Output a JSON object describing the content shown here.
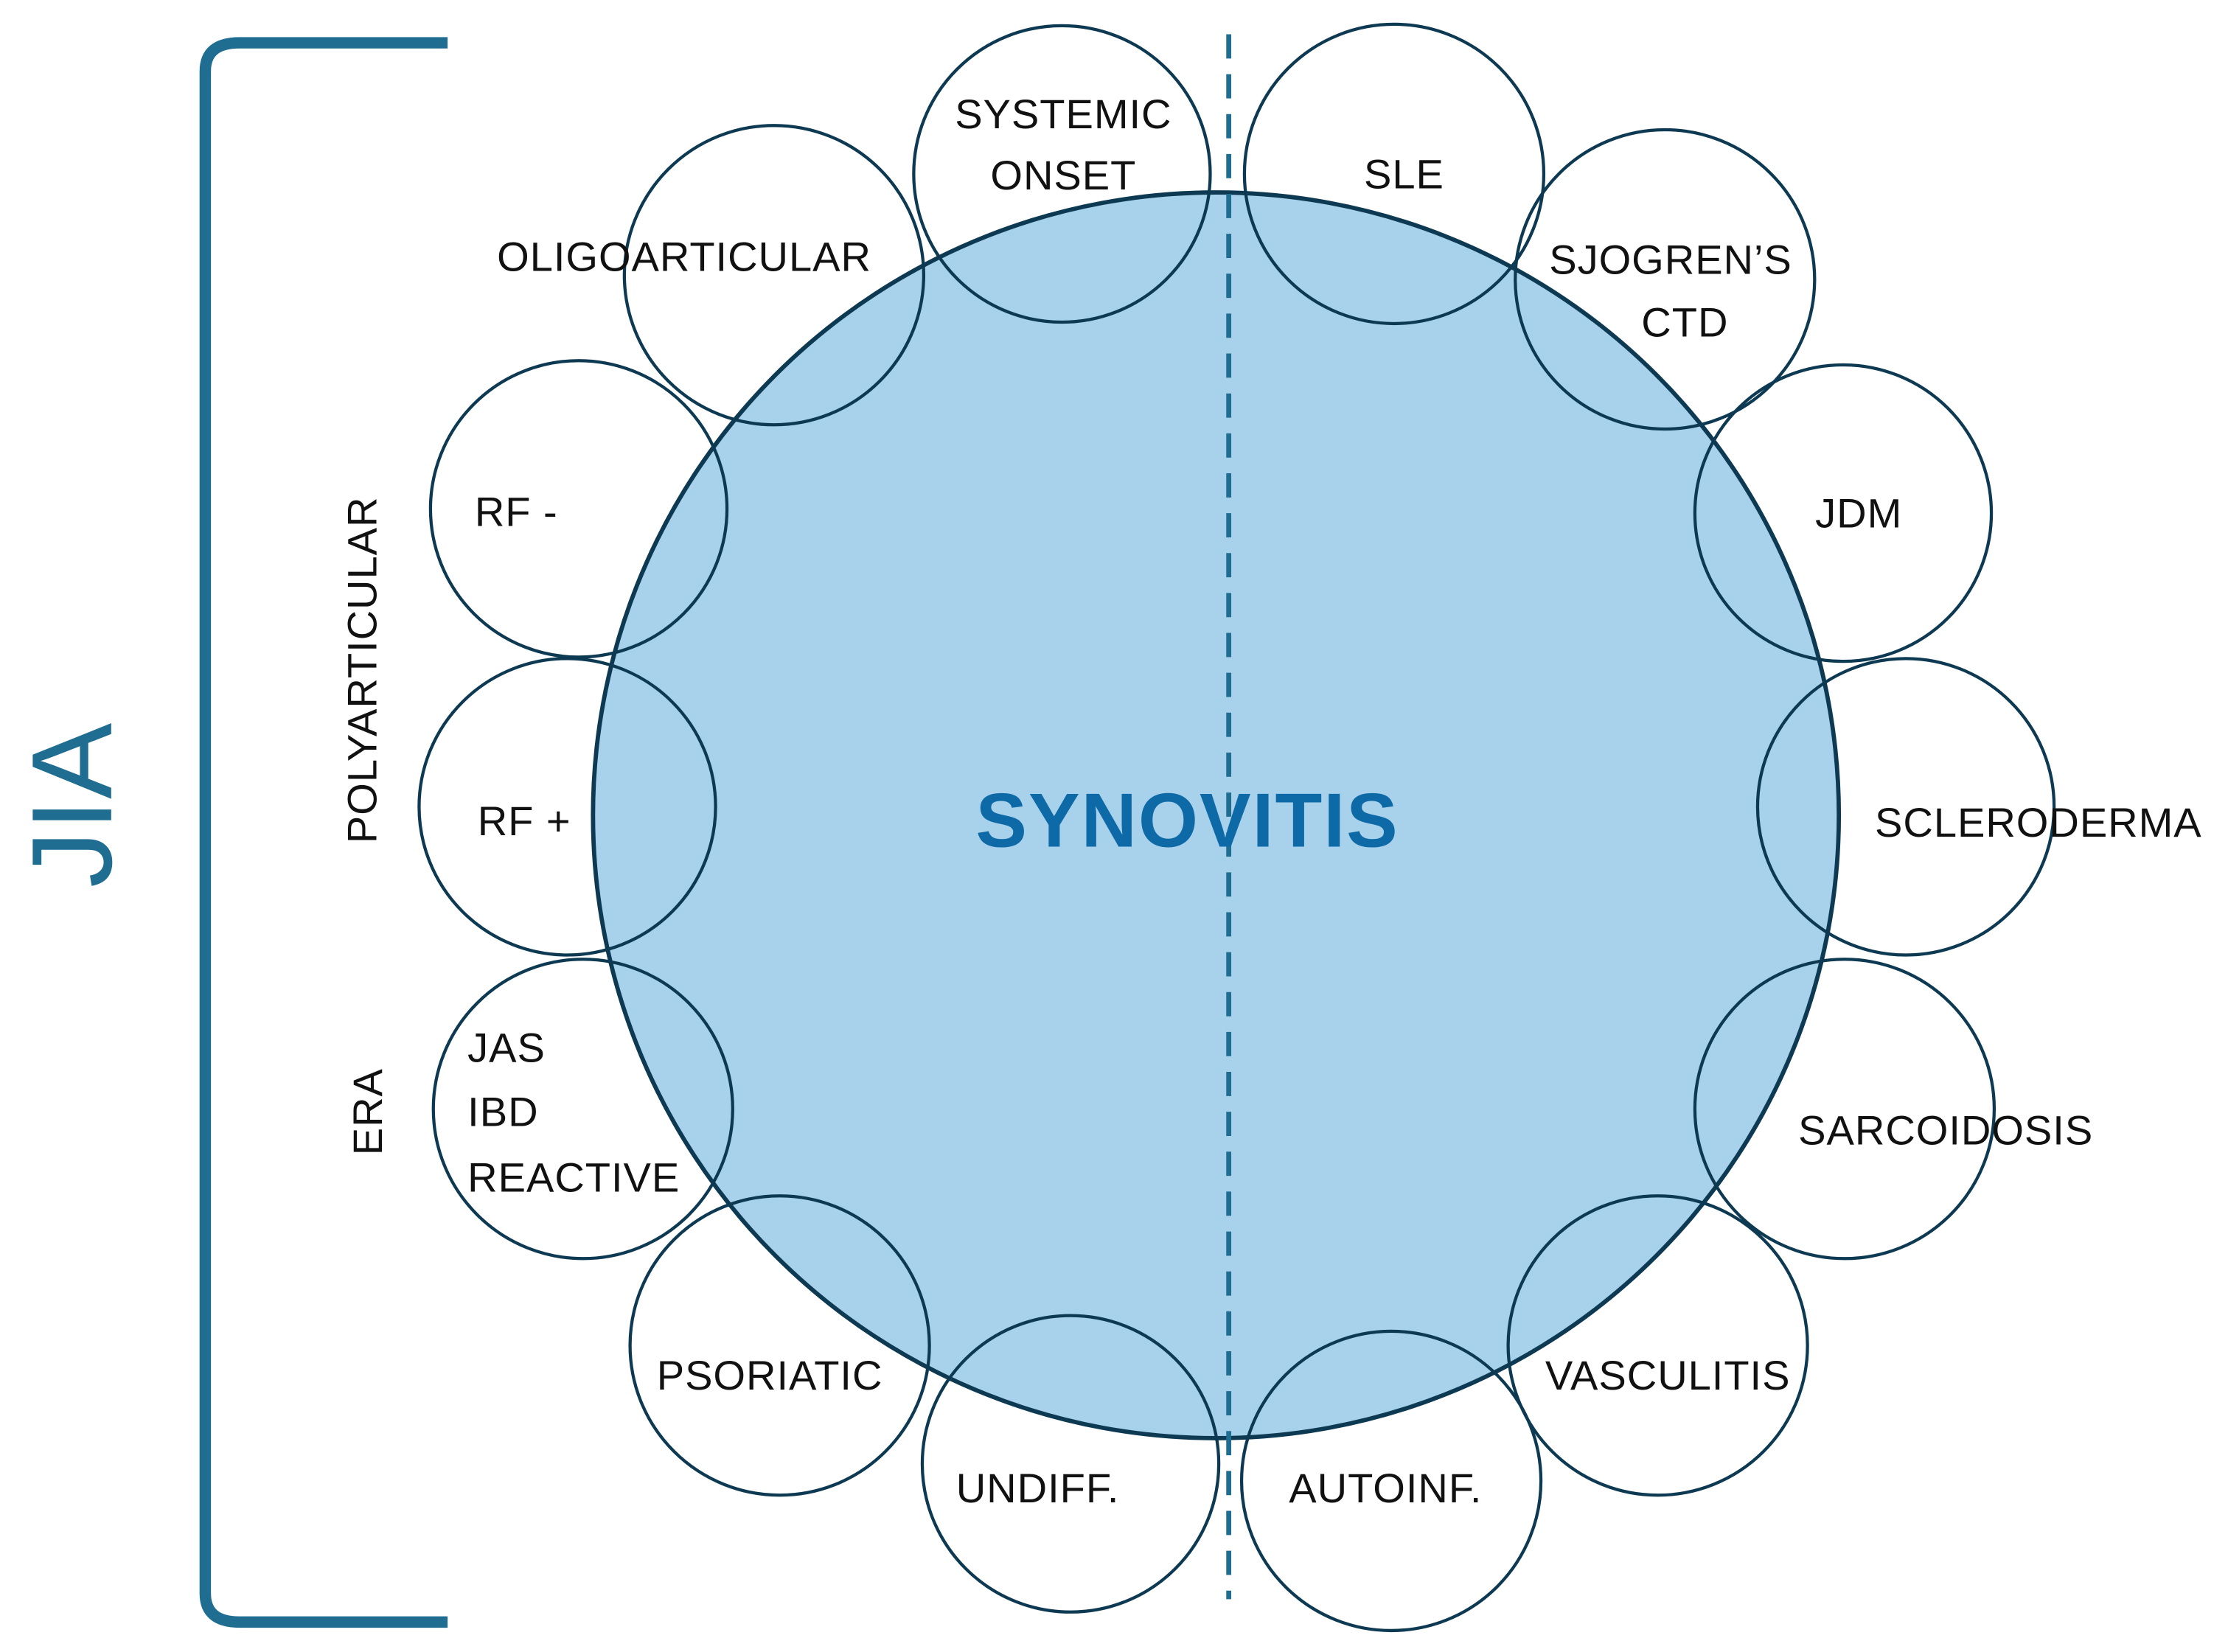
{
  "colors": {
    "accent": "#1f6d91",
    "title": "#0d6aa6",
    "main_fill": "#a8d1ec",
    "outline": "#0d3a52"
  },
  "center": {
    "title": "SYNOVITIS"
  },
  "bracket": {
    "label": "JIA"
  },
  "group_labels": {
    "polyarticular": "POLYARTICULAR",
    "era": "ERA"
  },
  "circles": {
    "systemic_onset": [
      "SYSTEMIC",
      "ONSET"
    ],
    "oligoarticular": [
      "OLIGOARTICULAR"
    ],
    "rf_negative": [
      "RF -"
    ],
    "rf_positive": [
      "RF +"
    ],
    "era_subtypes": [
      "JAS",
      "IBD",
      "REACTIVE"
    ],
    "psoriatic": [
      "PSORIATIC"
    ],
    "undifferentiated": [
      "UNDIFF."
    ],
    "autoinflammatory": [
      "AUTOINF."
    ],
    "vasculitis": [
      "VASCULITIS"
    ],
    "sarcoidosis": [
      "SARCOIDOSIS"
    ],
    "scleroderma": [
      "SCLERODERMA"
    ],
    "jdm": [
      "JDM"
    ],
    "sjogrens_ctd": [
      "SJOGREN’S",
      "CTD"
    ],
    "sle": [
      "SLE"
    ]
  }
}
